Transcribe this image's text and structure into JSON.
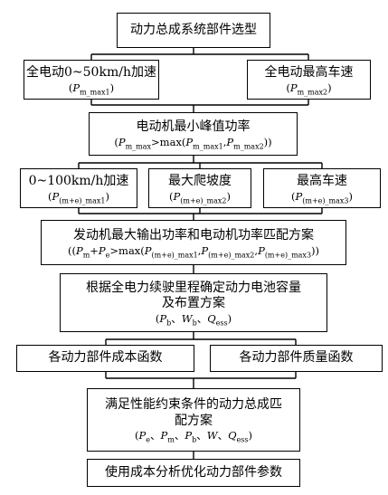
{
  "nodes": {
    "n1": {
      "text": "动力总成系统部件选型"
    },
    "n2a": {
      "text": "全电动0~50km/h加速",
      "formula": {
        "sym": "P",
        "sub": "m_max1"
      }
    },
    "n2b": {
      "text": "全电动最高车速",
      "formula": {
        "sym": "P",
        "sub": "m_max2"
      }
    },
    "n3": {
      "text": "电动机最小峰值功率",
      "formula": {
        "p1": "P",
        "s1": "m_max",
        "op": ">max(",
        "p2": "P",
        "s2": "m_max1",
        "comma": ",",
        "p3": "P",
        "s3": "m_max2",
        "close": "))"
      }
    },
    "n4a": {
      "text": "0~100km/h加速",
      "formula": {
        "sym": "P",
        "sub": "(m+e)_max1"
      }
    },
    "n4b": {
      "text": "最大爬坡度",
      "formula": {
        "sym": "P",
        "sub": "(m+e)_max2"
      }
    },
    "n4c": {
      "text": "最高车速",
      "formula": {
        "sym": "P",
        "sub": "(m+e)_max3"
      }
    },
    "n5": {
      "text": "发动机最大输出功率和电动机功率匹配方案",
      "formula": {
        "open": "((",
        "p1": "P",
        "s1": "m",
        "plus": "+",
        "p2": "P",
        "s2": "e",
        "op": ">max(",
        "p3": "P",
        "s3": "(m+e)_max1",
        "c1": ",",
        "p4": "P",
        "s4": "(m+e)_max2",
        "c2": ",",
        "p5": "P",
        "s5": "(m+e)_max3",
        "close": "))"
      }
    },
    "n6": {
      "line1": "根据全电力续驶里程确定动力电池容量",
      "line2": "及布置方案",
      "formula": {
        "open": "(",
        "p1": "P",
        "s1": "b",
        "sep1": "、",
        "p2": "W",
        "s2": "b",
        "sep2": "、",
        "p3": "Q",
        "s3": "ess",
        "close": ")"
      }
    },
    "n7a": {
      "text": "各动力部件成本函数"
    },
    "n7b": {
      "text": "各动力部件质量函数"
    },
    "n8": {
      "line1": "满足性能约束条件的动力总成匹",
      "line2": "配方案",
      "formula": {
        "open": "(",
        "p1": "P",
        "s1": "e",
        "sep1": "、",
        "p2": "P",
        "s2": "m",
        "sep2": "、",
        "p3": "P",
        "s3": "b",
        "sep3": "、",
        "p4": "W",
        "sep4": "、",
        "p5": "Q",
        "s5": "ess",
        "close": ")"
      }
    },
    "n9": {
      "text": "使用成本分析优化动力部件参数"
    }
  }
}
